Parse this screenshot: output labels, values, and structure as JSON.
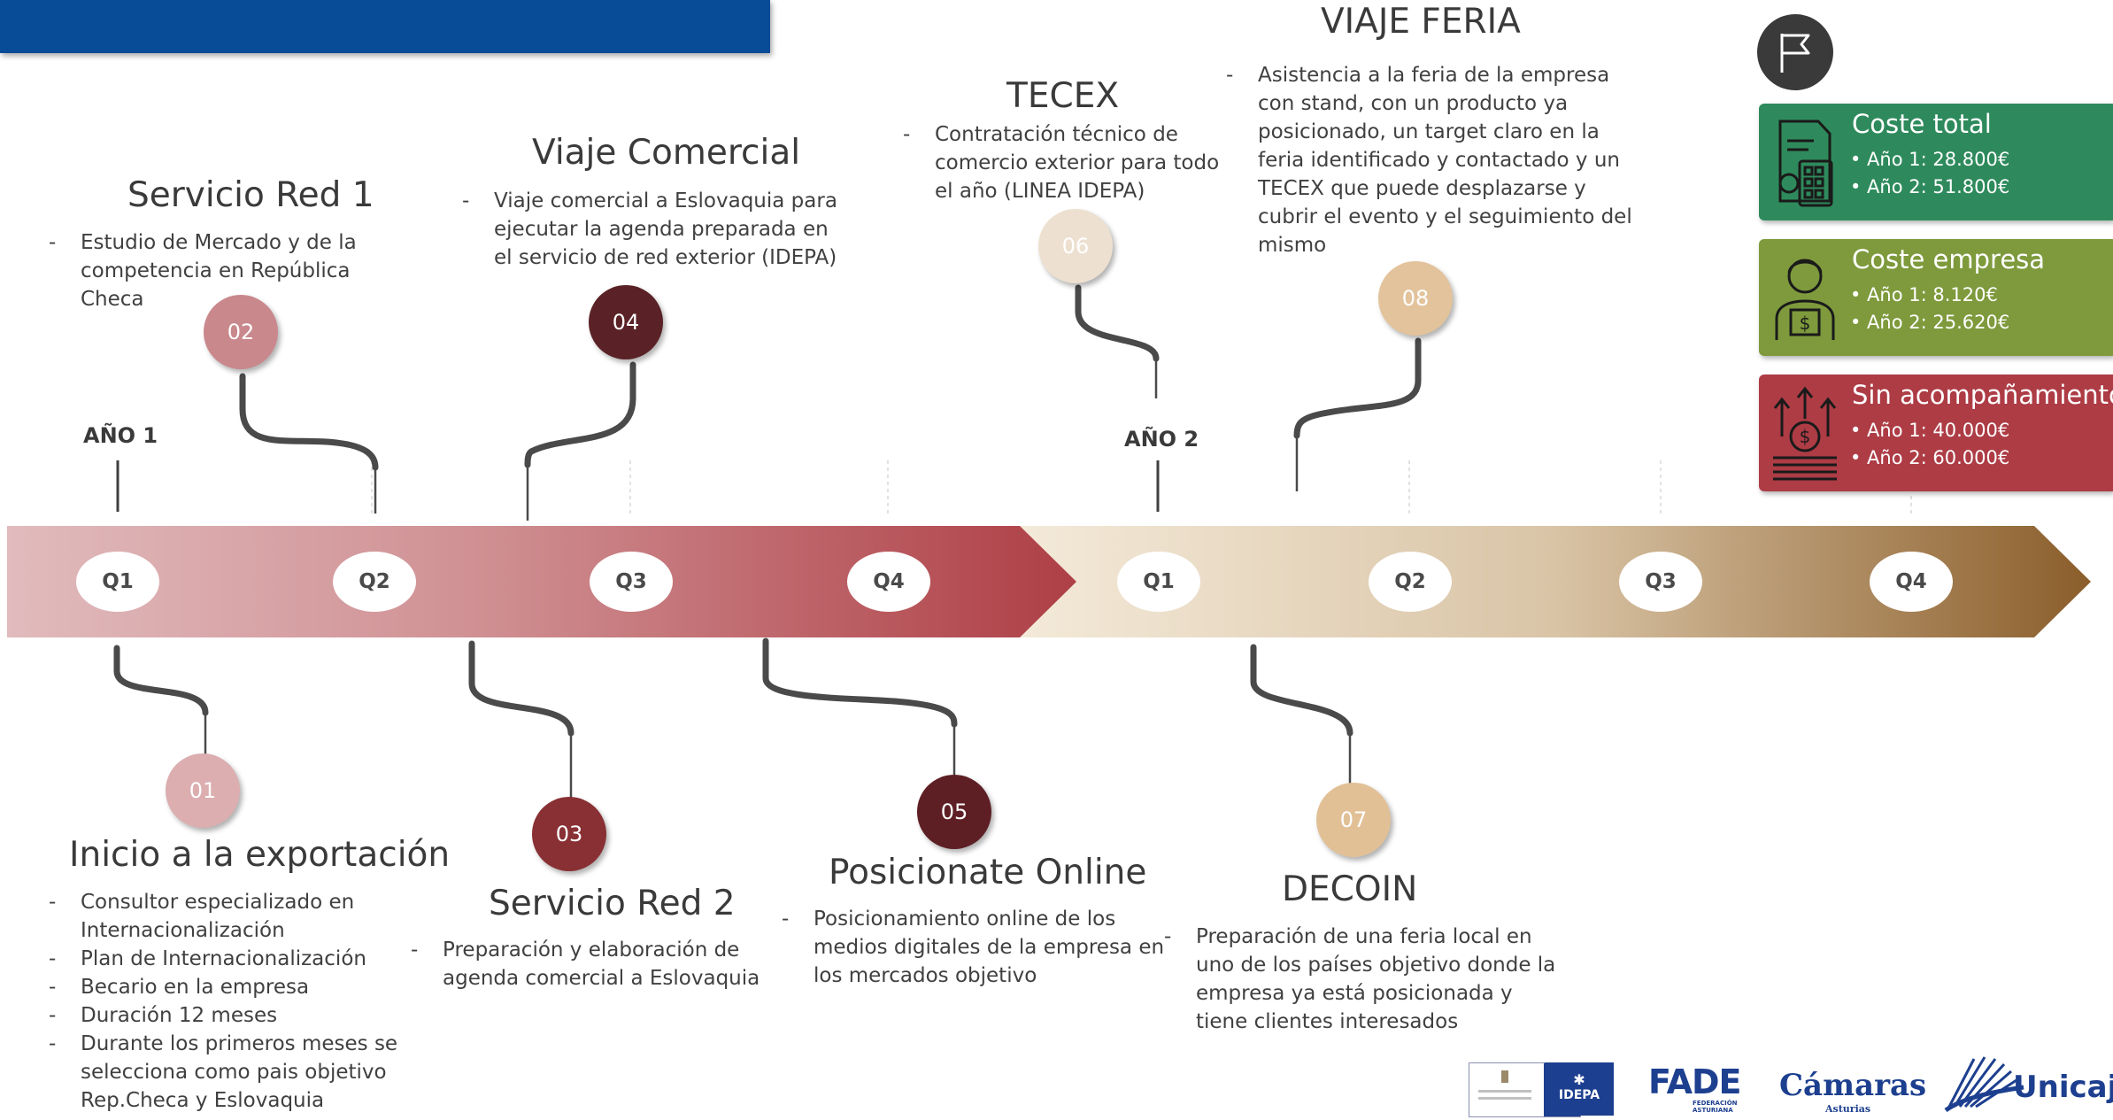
{
  "colors": {
    "top_bar": "#084b97",
    "year1_start": "#e1bbbd",
    "year1_end": "#ae3f46",
    "year2_start": "#f4ead9",
    "year2_end": "#8b5e2b",
    "node_01": "#dcaeb0",
    "node_02": "#c9888c",
    "node_03": "#893034",
    "node_04": "#5a2226",
    "node_05": "#5e1f24",
    "node_06": "#ede0d0",
    "node_07": "#e2c096",
    "node_08": "#e3c39c",
    "card_total": "#2e8a5c",
    "card_empresa": "#7e9a3c",
    "card_sin": "#ad3c45"
  },
  "timeline": {
    "year1_label": "AÑO 1",
    "year2_label": "AÑO 2",
    "quarters": [
      "Q1",
      "Q2",
      "Q3",
      "Q4",
      "Q1",
      "Q2",
      "Q3",
      "Q4"
    ]
  },
  "milestones": [
    {
      "number": "01",
      "title": "Inicio a la exportación",
      "items": [
        "Consultor especializado en Internacionalización",
        "Plan de Internacionalización",
        "Becario en la empresa",
        "Duración 12 meses",
        "Durante los primeros meses se selecciona como pais objetivo Rep.Checa y Eslovaquia"
      ]
    },
    {
      "number": "02",
      "title": "Servicio Red 1",
      "items": [
        "Estudio de Mercado y de la competencia en República Checa"
      ]
    },
    {
      "number": "03",
      "title": "Servicio Red 2",
      "items": [
        "Preparación y elaboración de agenda comercial a Eslovaquia"
      ]
    },
    {
      "number": "04",
      "title": "Viaje Comercial",
      "items": [
        "Viaje comercial a Eslovaquia para ejecutar la agenda preparada en el servicio de red exterior (IDEPA)"
      ]
    },
    {
      "number": "05",
      "title": "Posicionate Online",
      "items": [
        "Posicionamiento online de los medios digitales de la empresa en los mercados objetivo"
      ]
    },
    {
      "number": "06",
      "title": "TECEX",
      "items": [
        "Contratación técnico de comercio exterior para todo el año (LINEA IDEPA)"
      ]
    },
    {
      "number": "07",
      "title": "DECOIN",
      "items": [
        "Preparación de una feria local en uno de los países objetivo donde la empresa ya está posicionada y tiene clientes interesados"
      ]
    },
    {
      "number": "08",
      "title": "VIAJE FERIA",
      "items": [
        "Asistencia a la feria de la empresa con stand, con un producto ya posicionado, un target claro en la feria identificado y contactado y un TECEX que puede desplazarse y cubrir el evento y el seguimiento del mismo"
      ]
    }
  ],
  "costs": [
    {
      "title": "Coste total",
      "lines": [
        "• Año 1: 28.800€",
        "• Año 2: 51.800€"
      ],
      "icon": "calculator-icon"
    },
    {
      "title": "Coste empresa",
      "lines": [
        "• Año 1: 8.120€",
        "• Año 2: 25.620€"
      ],
      "icon": "person-money-icon"
    },
    {
      "title": "Sin acompañamiento",
      "lines": [
        "• Año 1: 40.000€",
        "• Año 2: 60.000€"
      ],
      "icon": "money-growth-icon"
    }
  ],
  "flag_icon": "flag-icon",
  "logos": {
    "idepa_text": "IDEPA",
    "fade_text": "FADE",
    "fade_sub": "FEDERACIÓN ASTURIANA",
    "camaras_text": "Cámaras",
    "camaras_sub": "Asturias",
    "unicaja_text": "Unicaja"
  }
}
